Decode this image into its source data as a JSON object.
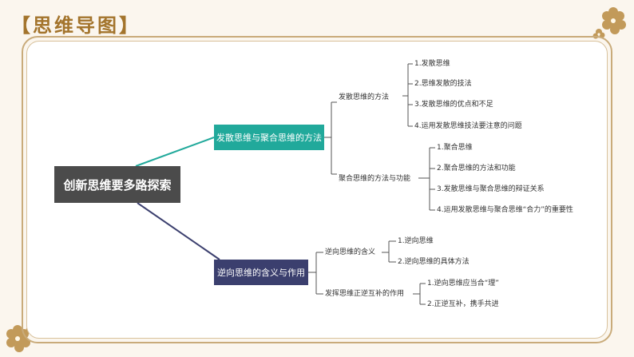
{
  "header": {
    "title": "【思维导图】"
  },
  "colors": {
    "accent_gold": "#a3742c",
    "teal": "#21a99b",
    "navy": "#3b3f6e",
    "root": "#4b4b4b"
  },
  "mindmap": {
    "root": "创新思维要多路探索",
    "branch1": {
      "label": "发散思维与聚合思维的方法",
      "sub1": {
        "label": "发散思维的方法",
        "items": [
          "1.发散思维",
          "2.思维发散的技法",
          "3.发散思维的优点和不足",
          "4.运用发散思维技法要注意的问题"
        ]
      },
      "sub2": {
        "label": "聚合思维的方法与功能",
        "items": [
          "1.聚合思维",
          "2.聚合思维的方法和功能",
          "3.发散思维与聚合思维的辩证关系",
          "4.运用发散思维与聚合思维“合力”的重要性"
        ]
      }
    },
    "branch2": {
      "label": "逆向思维的含义与作用",
      "sub1": {
        "label": "逆向思维的含义",
        "items": [
          "1.逆向思维",
          "2.逆向思维的具体方法"
        ]
      },
      "sub2": {
        "label": "发挥思维正逆互补的作用",
        "items": [
          "1.逆向思维应当合“理”",
          "2.正逆互补，携手共进"
        ]
      }
    }
  }
}
